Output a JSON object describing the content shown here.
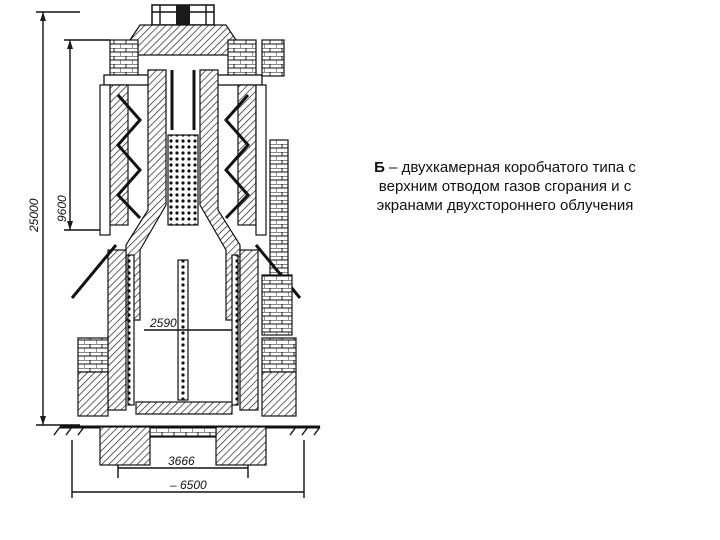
{
  "caption": {
    "letter": "Б",
    "text": " – двухкамерная коробчатого типа с верхним отводом газов сгорания и с экранами двухстороннего облучения"
  },
  "dimensions": {
    "total_height": "25000",
    "upper_height": "9600",
    "chamber_width": "2590",
    "inner_width": "3666",
    "overall_width": "– 6500"
  }
}
